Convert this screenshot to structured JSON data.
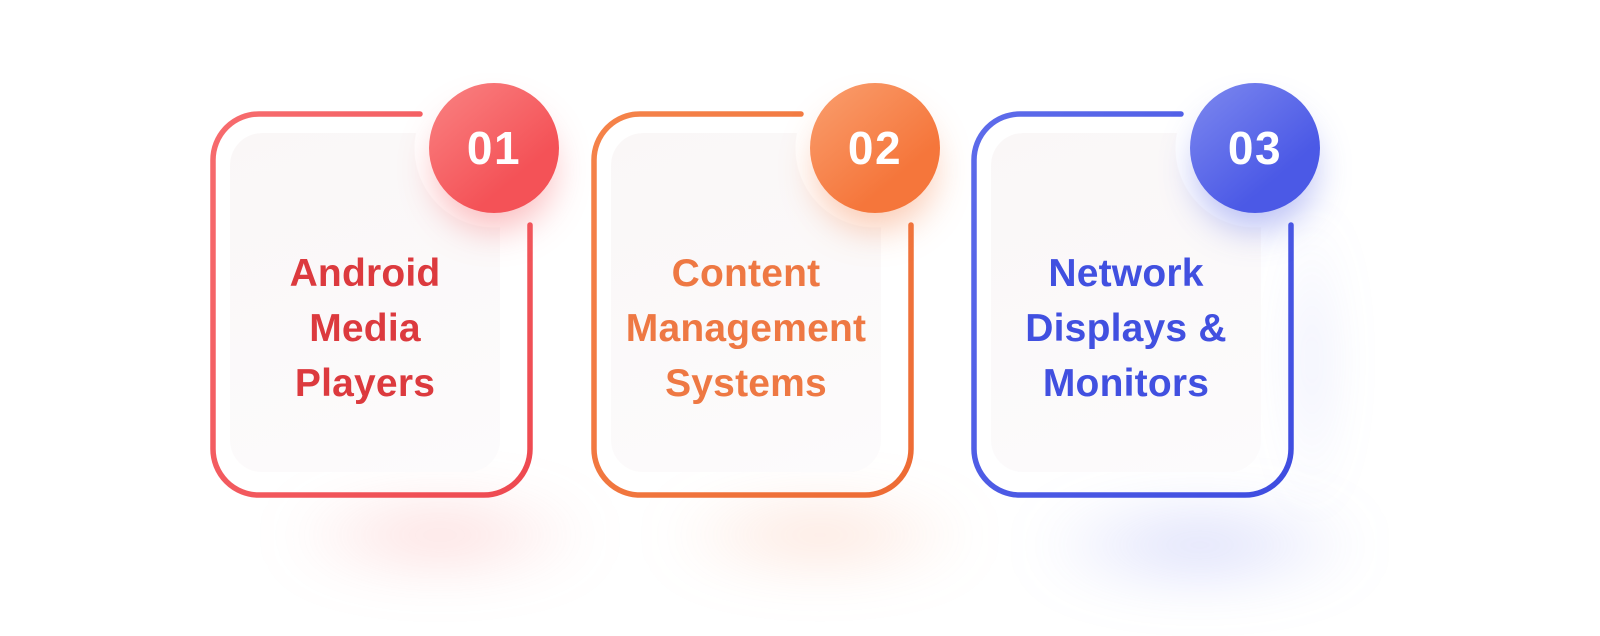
{
  "infographic": {
    "kind": "numbered-steps",
    "background_color": "#FFFFFF"
  },
  "cards": [
    {
      "number": "01",
      "title": "Android Media Players",
      "lines": [
        "Android",
        "Media",
        "Players"
      ],
      "text_color": "#DC3A3E",
      "border_gradient": [
        "#F76C6E",
        "#EE4950"
      ],
      "badge_gradient": [
        "#FA8383",
        "#F45257"
      ],
      "soft_shadow": "rgba(240,90,95,0.13)",
      "badge_glow": "rgba(244,85,90,0.40)",
      "under_glow": "rgba(246,110,110,0.30)"
    },
    {
      "number": "02",
      "title": "Content Management Systems",
      "lines": [
        "Content",
        "Management",
        "Systems"
      ],
      "text_color": "#EE7843",
      "border_gradient": [
        "#F5834A",
        "#ED6B34"
      ],
      "badge_gradient": [
        "#FA9F6F",
        "#F5763B"
      ],
      "soft_shadow": "rgba(242,120,60,0.12)",
      "badge_glow": "rgba(246,120,60,0.40)",
      "under_glow": "rgba(247,135,90,0.28)"
    },
    {
      "number": "03",
      "title": "Network Displays & Monitors",
      "lines": [
        "Network",
        "Displays &",
        "Monitors"
      ],
      "text_color": "#4150E0",
      "border_gradient": [
        "#5D6BEA",
        "#3E4CE0"
      ],
      "badge_gradient": [
        "#7E89EF",
        "#4B59E6"
      ],
      "soft_shadow": "rgba(85,100,230,0.13)",
      "badge_glow": "rgba(75,90,230,0.40)",
      "under_glow": "rgba(110,122,238,0.30)"
    }
  ]
}
